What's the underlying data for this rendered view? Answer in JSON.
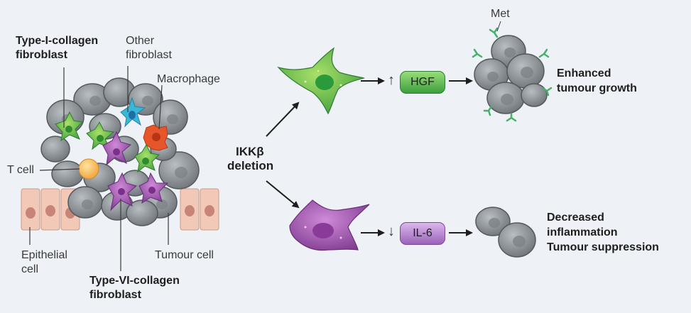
{
  "labels": {
    "type1_line1": "Type-I-collagen",
    "type1_line2": "fibroblast",
    "other_line1": "Other",
    "other_line2": "fibroblast",
    "macrophage": "Macrophage",
    "tcell": "T cell",
    "epithelial_line1": "Epithelial",
    "epithelial_line2": "cell",
    "tumour_cell": "Tumour cell",
    "type6_line1": "Type-VI-collagen",
    "type6_line2": "fibroblast",
    "ikk_line1": "IKKβ",
    "ikk_line2": "deletion",
    "hgf": "HGF",
    "il6": "IL-6",
    "up_arrow": "↑",
    "down_arrow": "↓",
    "met": "Met",
    "enhanced_line1": "Enhanced",
    "enhanced_line2": "tumour growth",
    "decreased_line1": "Decreased",
    "decreased_line2": "inflammation",
    "decreased_line3": "Tumour suppression"
  },
  "colors": {
    "background": "#eef2f6",
    "tumour_cell": "#8e9499",
    "green_fibroblast": "#62c04a",
    "purple_fibroblast": "#a557b3",
    "blue_fibroblast": "#3ab6d8",
    "macrophage": "#e7562b",
    "t_cell": "#f6b64d",
    "epithelial": "#f2c8b6",
    "hgf_pill": "#59b84a",
    "il6_pill": "#b784cf",
    "met_receptor": "#48b06a"
  }
}
